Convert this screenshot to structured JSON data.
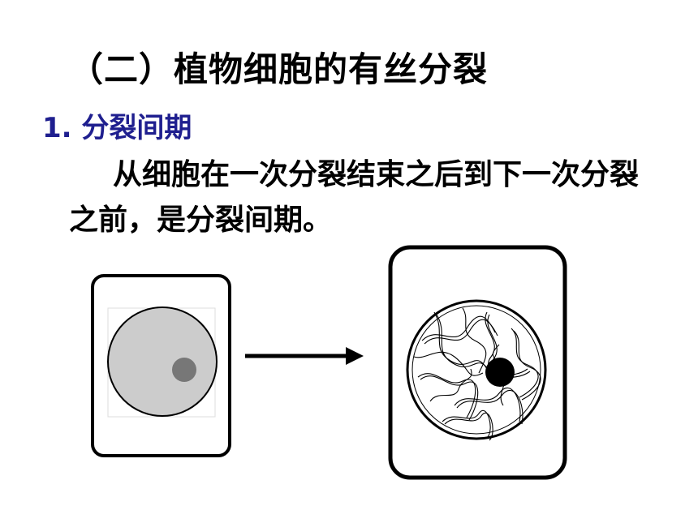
{
  "slide": {
    "title": "（二）植物细胞的有丝分裂",
    "subtitle": "1. 分裂间期",
    "body": "从细胞在一次分裂结束之后到下一次分裂之前，是分裂间期。"
  },
  "colors": {
    "subtitle": "#1f1f8f",
    "nucleus_before": "#cccccc",
    "nucleolus_before": "#777777",
    "outline": "#000000"
  }
}
